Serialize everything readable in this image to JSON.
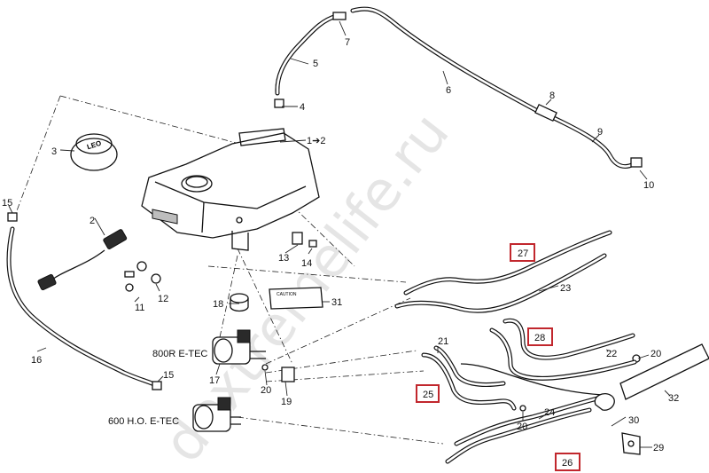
{
  "watermark": "dextremelife.ru",
  "engine_labels": {
    "e_tec_800r": "800R E-TEC",
    "e_tec_600": "600 H.O. E-TEC"
  },
  "callouts": {
    "n1_2": "1➔2",
    "n2": "2",
    "n3": "3",
    "n4": "4",
    "n5": "5",
    "n6": "6",
    "n7": "7",
    "n8": "8",
    "n9": "9",
    "n10": "10",
    "n11": "11",
    "n12": "12",
    "n13": "13",
    "n14": "14",
    "n15a": "15",
    "n15b": "15",
    "n16": "16",
    "n17": "17",
    "n18": "18",
    "n19": "19",
    "n20a": "20",
    "n20b": "20",
    "n20c": "20",
    "n21": "21",
    "n22": "22",
    "n23": "23",
    "n24": "24",
    "n25": "25",
    "n26": "26",
    "n27": "27",
    "n28": "28",
    "n29": "29",
    "n30": "30",
    "n31": "31",
    "n32": "32"
  },
  "highlight_color": "#c1272d"
}
